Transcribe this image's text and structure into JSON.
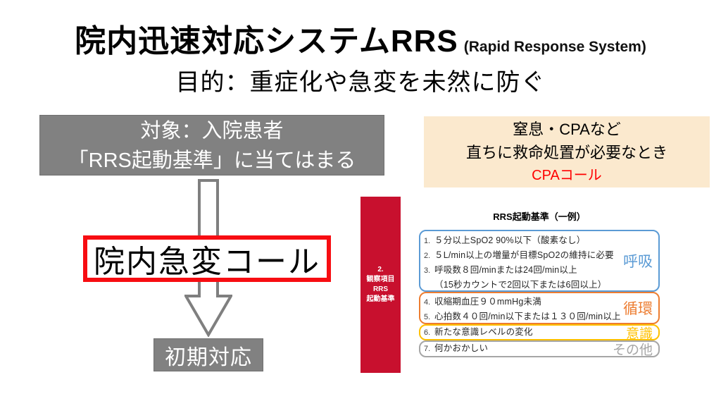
{
  "colors": {
    "gray_box": "#818181",
    "cream_box": "#FBE9CE",
    "call_border_red": "#F70D12",
    "sidebar_crimson": "#C8102E",
    "cpa_text_red": "#FF0000",
    "respiration_blue": "#5B9BD5",
    "circulation_orange": "#ED7D31",
    "consciousness_gold": "#FFC000",
    "other_gray": "#A6A6A6",
    "arrow_gray": "#7F7F7F"
  },
  "title": {
    "main": "院内迅速対応システムRRS",
    "sub": "(Rapid Response System)",
    "purpose": "目的：重症化や急変を未然に防ぐ"
  },
  "target_box": {
    "line1": "対象：入院患者",
    "line2": "「RRS起動基準」に当てはまる"
  },
  "cpa_box": {
    "line1": "窒息・CPAなど",
    "line2": "直ちに救命処置が必要なとき",
    "line3": "CPAコール"
  },
  "call_box": {
    "label": "院内急変コール"
  },
  "initial_box": {
    "label": "初期対応"
  },
  "sidebar": {
    "lines": [
      "2.",
      "観察項目",
      "RRS",
      "起動基準"
    ]
  },
  "criteria": {
    "header": "RRS起動基準（一例）",
    "groups": [
      {
        "name": "respiration",
        "label": "呼吸",
        "color": "#5B9BD5",
        "items": [
          {
            "num": "1.",
            "text": "５分以上SpO2 90%以下（酸素なし）"
          },
          {
            "num": "2.",
            "text": "５L/min以上の増量が目標SpO2の維持に必要"
          },
          {
            "num": "3.",
            "text": "呼吸数８回/minまたは24回/min以上"
          },
          {
            "num": "",
            "text": "（15秒カウントで2回以下または6回以上）"
          }
        ]
      },
      {
        "name": "circulation",
        "label": "循環",
        "color": "#ED7D31",
        "items": [
          {
            "num": "4.",
            "text": "収縮期血圧９０mmHg未満"
          },
          {
            "num": "5.",
            "text": "心拍数４０回/min以下または１３０回/min以上"
          }
        ]
      },
      {
        "name": "consciousness",
        "label": "意識",
        "color": "#FFC000",
        "items": [
          {
            "num": "6.",
            "text": "新たな意識レベルの変化"
          }
        ]
      },
      {
        "name": "other",
        "label": "その他",
        "color": "#A6A6A6",
        "items": [
          {
            "num": "7.",
            "text": "何かおかしい"
          }
        ]
      }
    ]
  }
}
